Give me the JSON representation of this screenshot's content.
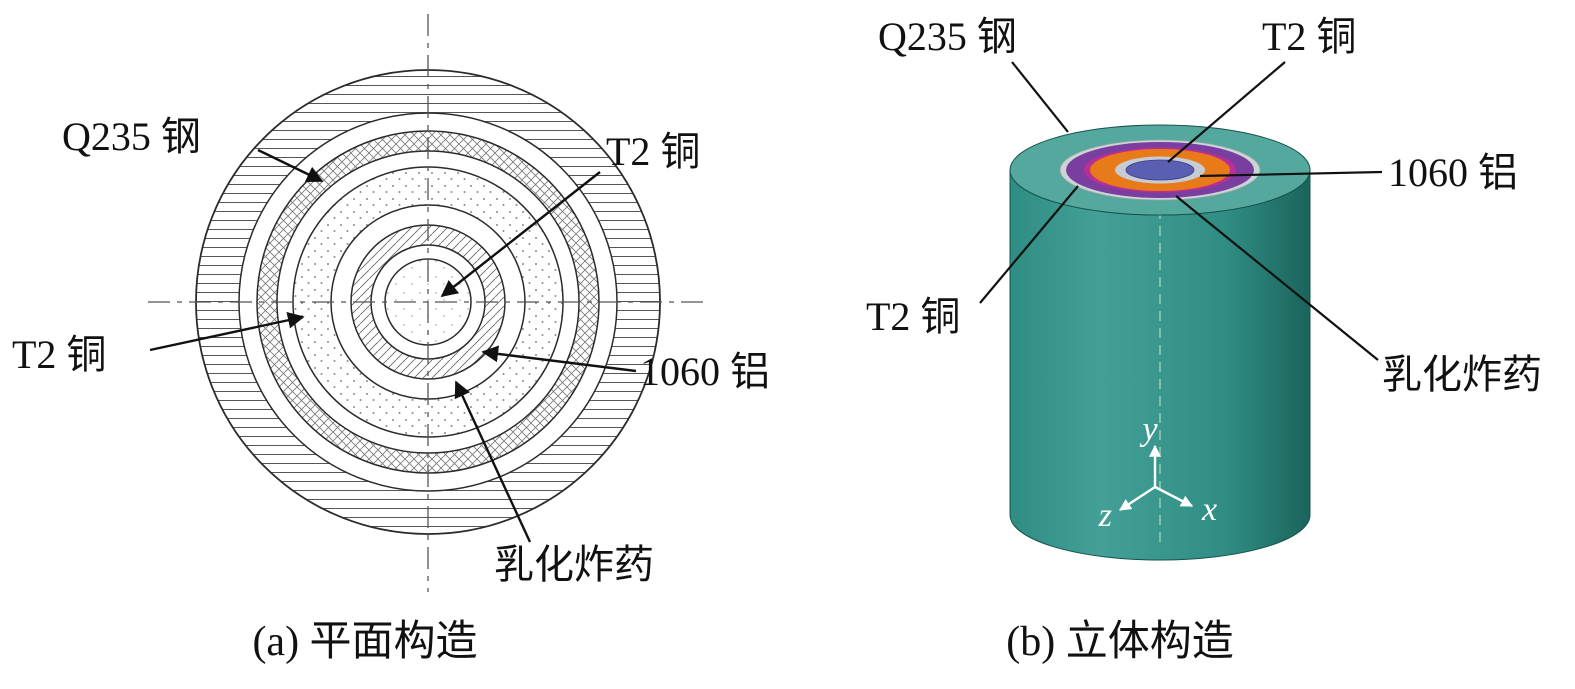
{
  "panel_a": {
    "caption": "(a) 平面构造",
    "labels": {
      "q235_steel": "Q235 钢",
      "t2_copper_top": "T2 铜",
      "t2_copper_left": "T2 铜",
      "al_1060": "1060 铝",
      "explosive": "乳化炸药"
    }
  },
  "panel_b": {
    "caption": "(b) 立体构造",
    "labels": {
      "q235_steel": "Q235 钢",
      "t2_copper_top": "T2 铜",
      "t2_copper_left": "T2 铜",
      "al_1060": "1060 铝",
      "explosive": "乳化炸药"
    },
    "axes": {
      "x": "x",
      "y": "y",
      "z": "z"
    },
    "colors": {
      "shell_dark": "#1b645c",
      "shell_mid": "#2f8d83",
      "shell_light": "#43a096",
      "top_face": "#55a89e",
      "pale_ring": "#ccd5d6",
      "purple_ring": "#7a3da0",
      "magenta_ring": "#bb2f92",
      "orange_ring": "#e87a1a",
      "silver_ring": "#c7cbd3",
      "core_blue": "#5a5fb2"
    }
  }
}
